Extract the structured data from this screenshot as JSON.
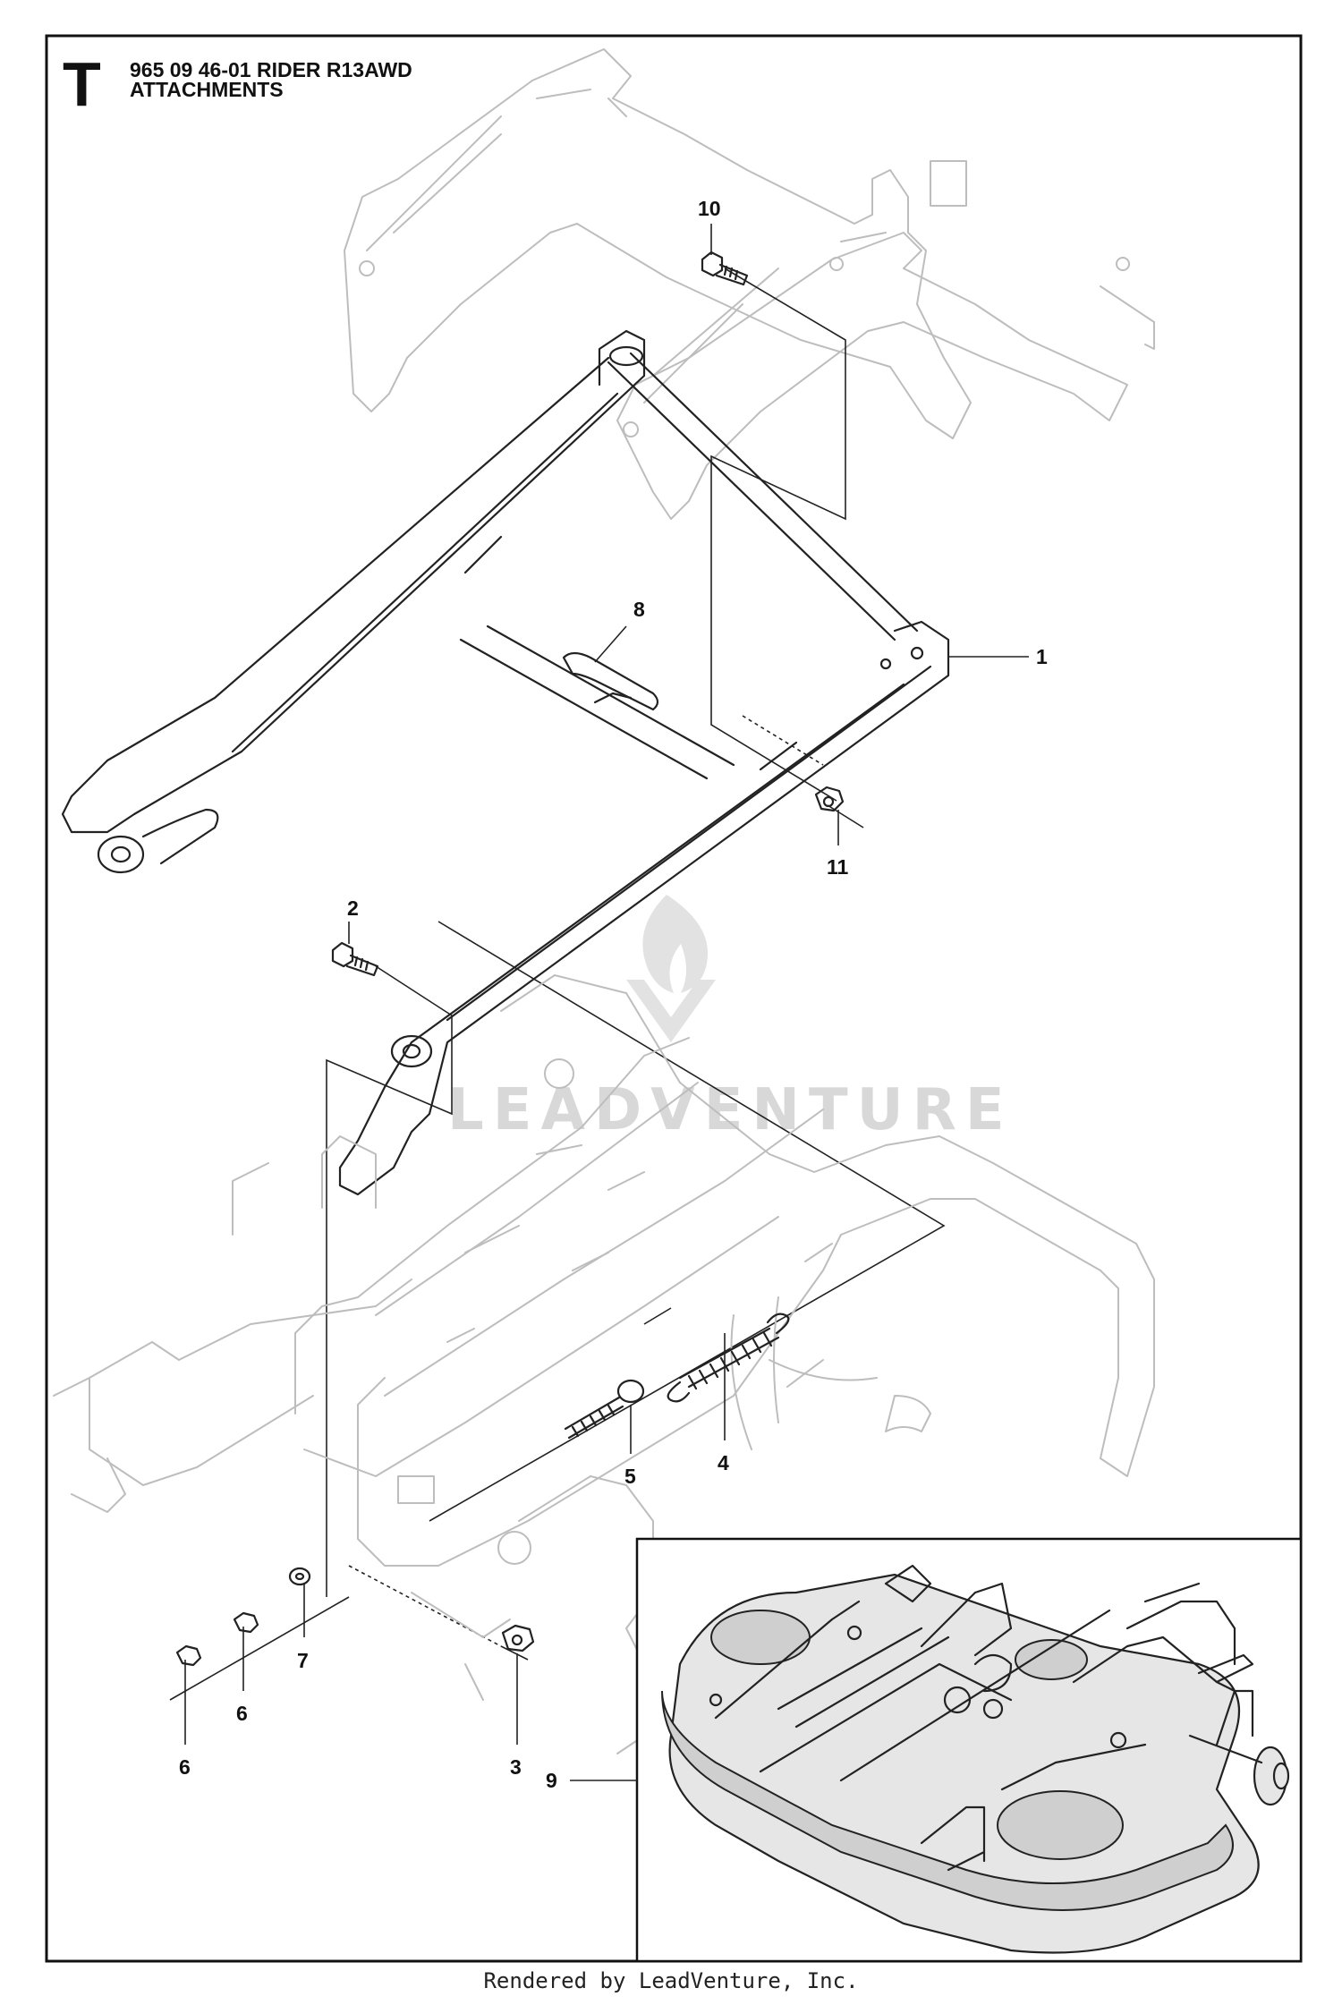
{
  "section_letter": "T",
  "title": {
    "line1": "965 09 46-01 RIDER R13AWD",
    "line2": "ATTACHMENTS"
  },
  "callouts": [
    "1",
    "2",
    "3",
    "4",
    "5",
    "6",
    "6",
    "7",
    "8",
    "9",
    "10",
    "11"
  ],
  "watermark": "LEADVENTURE",
  "footer": "Rendered by LeadVenture, Inc."
}
